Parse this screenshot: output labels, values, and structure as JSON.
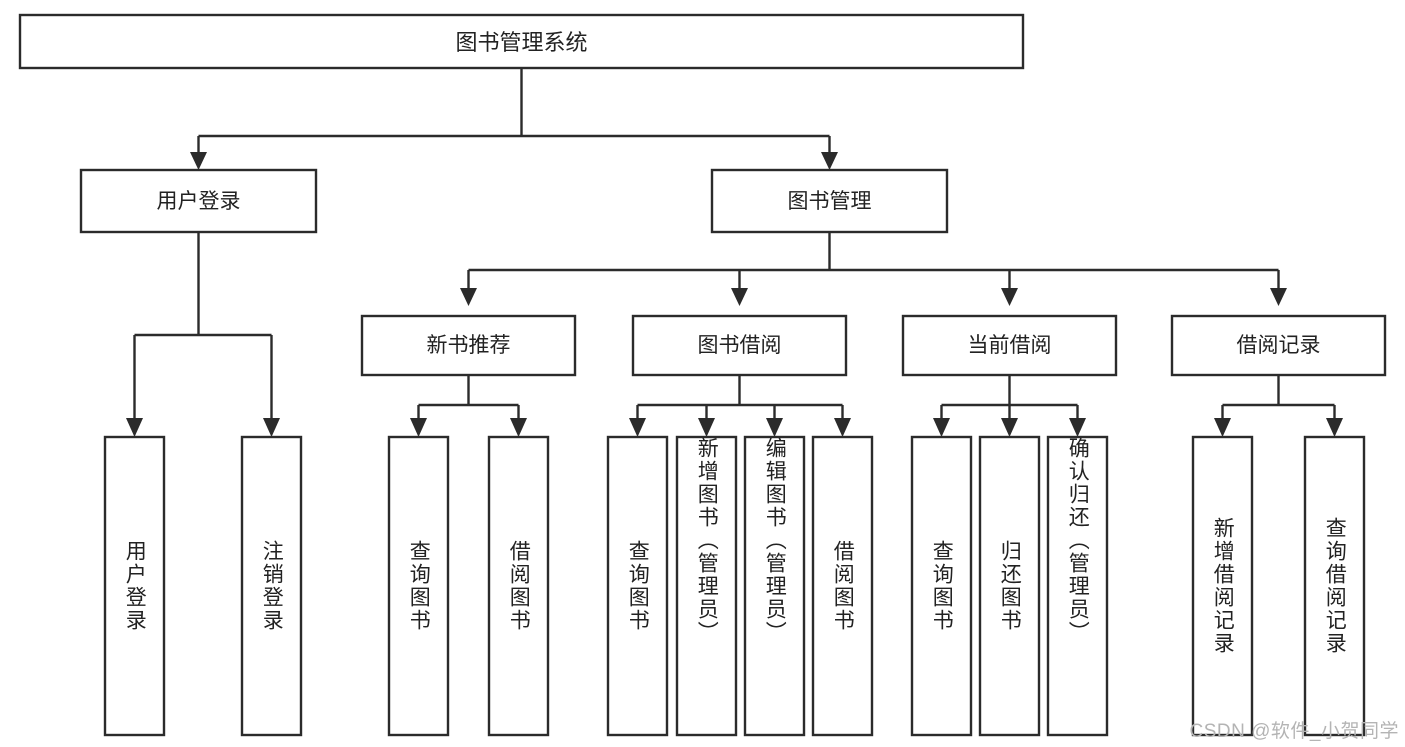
{
  "diagram": {
    "title": "图书管理系统",
    "type": "tree",
    "watermark": "CSDN @软件_小贺同学",
    "colors": {
      "stroke": "#2b2b2b",
      "fill": "#ffffff",
      "text": "#222222",
      "watermark": "#b4b4b4"
    },
    "root": {
      "id": "root",
      "label": "图书管理系统"
    },
    "level2": [
      {
        "id": "user-login",
        "label": "用户登录"
      },
      {
        "id": "book-manage",
        "label": "图书管理"
      }
    ],
    "level3": [
      {
        "id": "new-book-rec",
        "label": "新书推荐",
        "parent": "book-manage"
      },
      {
        "id": "book-borrow",
        "label": "图书借阅",
        "parent": "book-manage"
      },
      {
        "id": "current-borrow",
        "label": "当前借阅",
        "parent": "book-manage"
      },
      {
        "id": "borrow-record",
        "label": "借阅记录",
        "parent": "book-manage"
      }
    ],
    "leaves": [
      {
        "id": "leaf-user-login",
        "label": "用户登录",
        "parent": "user-login"
      },
      {
        "id": "leaf-logout",
        "label": "注销登录",
        "parent": "user-login"
      },
      {
        "id": "leaf-query-book-1",
        "label": "查询图书",
        "parent": "new-book-rec"
      },
      {
        "id": "leaf-borrow-book-1",
        "label": "借阅图书",
        "parent": "new-book-rec"
      },
      {
        "id": "leaf-query-book-2",
        "label": "查询图书",
        "parent": "book-borrow"
      },
      {
        "id": "leaf-add-book",
        "label": "新增图书（管理员）",
        "parent": "book-borrow"
      },
      {
        "id": "leaf-edit-book",
        "label": "编辑图书（管理员）",
        "parent": "book-borrow"
      },
      {
        "id": "leaf-borrow-book-2",
        "label": "借阅图书",
        "parent": "book-borrow"
      },
      {
        "id": "leaf-query-book-3",
        "label": "查询图书",
        "parent": "current-borrow"
      },
      {
        "id": "leaf-return-book",
        "label": "归还图书",
        "parent": "current-borrow"
      },
      {
        "id": "leaf-confirm-return",
        "label": "确认归还（管理员）",
        "parent": "current-borrow"
      },
      {
        "id": "leaf-add-record",
        "label": "新增借阅记录",
        "parent": "borrow-record"
      },
      {
        "id": "leaf-query-record",
        "label": "查询借阅记录",
        "parent": "borrow-record"
      }
    ]
  }
}
